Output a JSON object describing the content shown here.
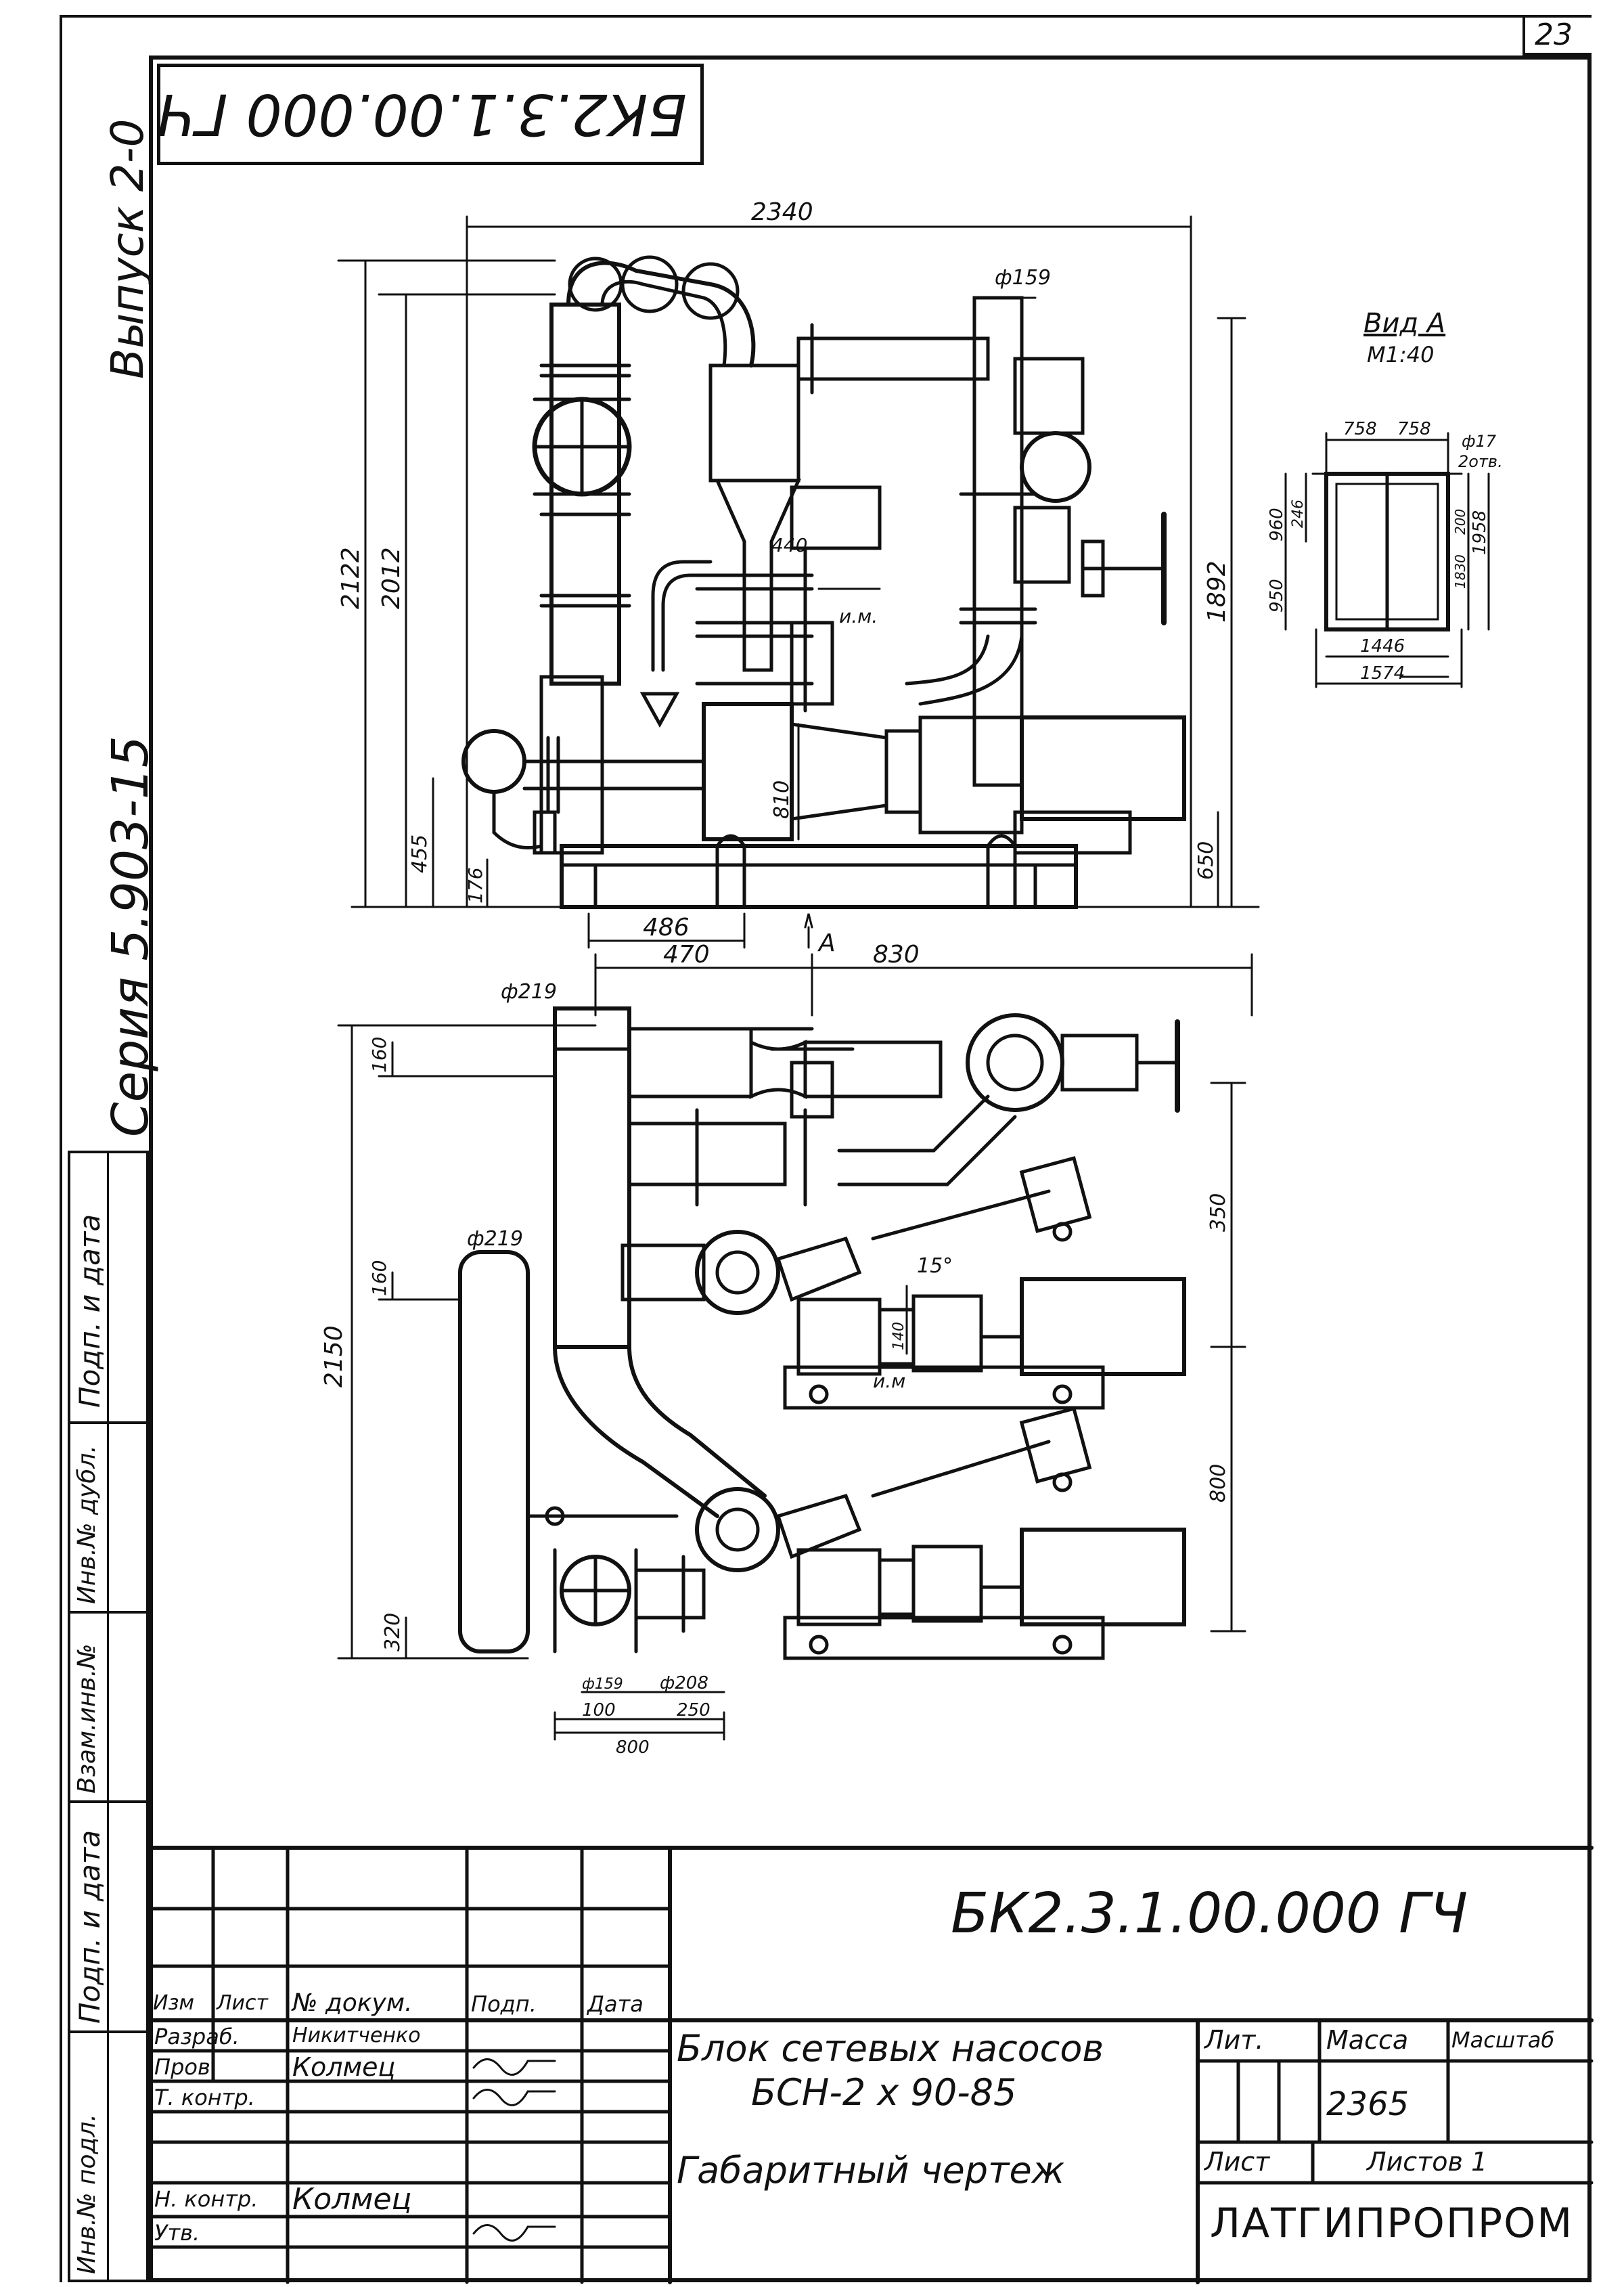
{
  "sheet": {
    "page_number": "23",
    "top_stamp": "БК2.3.1.00.000 ГЧ",
    "side_issue": "Выпуск 2-0",
    "side_series": "Серия 5.903-15"
  },
  "side_stamp": {
    "fields": [
      "Инв.№ подл.",
      "Подп. и дата",
      "Взам.инв.№",
      "Инв.№ дубл.",
      "Подп. и дата"
    ]
  },
  "view_a": {
    "title": "Вид А",
    "scale": "М1:40"
  },
  "dimensions": {
    "top_view": {
      "overall_width": "2340",
      "pipe_diam": "ф159",
      "height_total": "2122",
      "height_2": "2012",
      "height_right": "1892",
      "d440": "440",
      "label_um": "и.м.",
      "d810": "810",
      "d455": "455",
      "d176": "176",
      "d650": "650",
      "d486": "486",
      "view_arrow": "А"
    },
    "view_a": {
      "w1": "758",
      "w2": "758",
      "holes": "ф17",
      "holes_count": "2отв.",
      "h960": "960",
      "h246": "246",
      "h950": "950",
      "h200": "200",
      "h1830": "1830",
      "h1958": "1958",
      "w1446": "1446",
      "w1574": "1574"
    },
    "plan_view": {
      "d470": "470",
      "d830": "830",
      "diam219_top": "ф219",
      "d160_top": "160",
      "diam219_mid": "ф219",
      "d160_mid": "160",
      "d2150": "2150",
      "d320": "320",
      "d350": "350",
      "d800_right": "800",
      "angle": "15°",
      "d140": "140",
      "label_um": "и.м",
      "diam_small": "ф159",
      "diam208": "ф208",
      "d100": "100",
      "d250": "250",
      "d800_bottom": "800"
    }
  },
  "title_block": {
    "designation": "БК2.3.1.00.000 ГЧ",
    "name_line1": "Блок сетевых насосов",
    "name_line2": "БСН-2 x 90-85",
    "name_line3": "Габаритный чертеж",
    "headers": {
      "izm": "Изм",
      "list": "Лист",
      "doc": "№ докум.",
      "sign": "Подп.",
      "date": "Дата",
      "lit": "Лит.",
      "mass": "Масса",
      "scale": "Масштаб",
      "sheet": "Лист",
      "sheets": "Листов 1"
    },
    "mass_value": "2365",
    "roles": [
      {
        "role": "Разраб.",
        "name": "Никитченко"
      },
      {
        "role": "Пров.",
        "name": "Колмец"
      },
      {
        "role": "Т. контр.",
        "name": ""
      },
      {
        "role": "",
        "name": ""
      },
      {
        "role": "Н. контр.",
        "name": "Колмец"
      },
      {
        "role": "Утв.",
        "name": ""
      }
    ],
    "organization": "ЛАТГИПРОПРОМ"
  }
}
